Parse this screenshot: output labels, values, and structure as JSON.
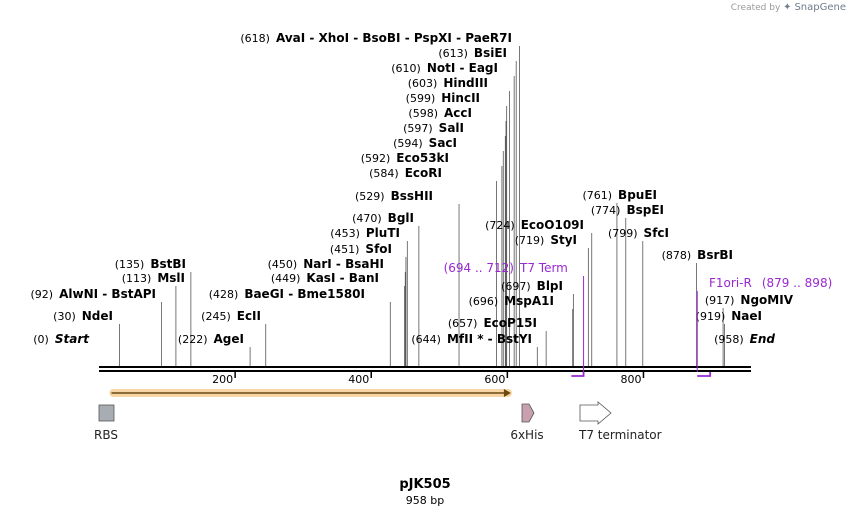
{
  "credit": {
    "prefix": "Created by",
    "brand": "SnapGene"
  },
  "plasmid": {
    "name": "pJK505",
    "length_label": "958 bp",
    "length": 958
  },
  "axis": {
    "ticks": [
      200,
      400,
      600,
      800
    ]
  },
  "sites": [
    {
      "pos": "(0)",
      "name": "Start",
      "bp": 0,
      "italic": true
    },
    {
      "pos": "(30)",
      "name": "NdeI",
      "bp": 30
    },
    {
      "pos": "(92)",
      "name": "AlwNI  - BstAPI",
      "bp": 92
    },
    {
      "pos": "(113)",
      "name": "MslI",
      "bp": 113
    },
    {
      "pos": "(135)",
      "name": "BstBI",
      "bp": 135
    },
    {
      "pos": "(222)",
      "name": "AgeI",
      "bp": 222
    },
    {
      "pos": "(245)",
      "name": "EcII",
      "bp": 245
    },
    {
      "pos": "(428)",
      "name": "BaeGI  - Bme1580I",
      "bp": 428
    },
    {
      "pos": "(449)",
      "name": "KasI  - BanI",
      "bp": 449
    },
    {
      "pos": "(450)",
      "name": "NarI  - BsaHI",
      "bp": 450
    },
    {
      "pos": "(451)",
      "name": "SfoI",
      "bp": 451
    },
    {
      "pos": "(453)",
      "name": "PluTI",
      "bp": 453
    },
    {
      "pos": "(470)",
      "name": "BglI",
      "bp": 470
    },
    {
      "pos": "(529)",
      "name": "BssHII",
      "bp": 529
    },
    {
      "pos": "(584)",
      "name": "EcoRI",
      "bp": 584
    },
    {
      "pos": "(592)",
      "name": "Eco53kI",
      "bp": 592
    },
    {
      "pos": "(594)",
      "name": "SacI",
      "bp": 594
    },
    {
      "pos": "(597)",
      "name": "SalI",
      "bp": 597
    },
    {
      "pos": "(598)",
      "name": "AccI",
      "bp": 598
    },
    {
      "pos": "(599)",
      "name": "HincII",
      "bp": 599
    },
    {
      "pos": "(603)",
      "name": "HindIII",
      "bp": 603
    },
    {
      "pos": "(610)",
      "name": "NotI  - EagI",
      "bp": 610
    },
    {
      "pos": "(613)",
      "name": "BsiEI",
      "bp": 613
    },
    {
      "pos": "(618)",
      "name": "AvaI  - XhoI  - BsoBI  - PspXI  - PaeR7I",
      "bp": 618
    },
    {
      "pos": "(644)",
      "name": "MfII *  - BstYI",
      "bp": 644
    },
    {
      "pos": "(657)",
      "name": "EcoP15I",
      "bp": 657
    },
    {
      "pos": "(696)",
      "name": "MspA1I",
      "bp": 696
    },
    {
      "pos": "(697)",
      "name": "BlpI",
      "bp": 697
    },
    {
      "pos": "(719)",
      "name": "StyI",
      "bp": 719
    },
    {
      "pos": "(724)",
      "name": "EcoO109I",
      "bp": 724
    },
    {
      "pos": "(761)",
      "name": "BpuEI",
      "bp": 761
    },
    {
      "pos": "(774)",
      "name": "BspEI",
      "bp": 774
    },
    {
      "pos": "(799)",
      "name": "SfcI",
      "bp": 799
    },
    {
      "pos": "(878)",
      "name": "BsrBI",
      "bp": 878
    },
    {
      "pos": "(917)",
      "name": "NgoMIV",
      "bp": 917
    },
    {
      "pos": "(919)",
      "name": "NaeI",
      "bp": 919
    },
    {
      "pos": "(958)",
      "name": "End",
      "bp": 958,
      "italic": true
    }
  ],
  "primers": [
    {
      "name": "T7 Term",
      "range": "(694 .. 712)",
      "start": 694,
      "end": 712
    },
    {
      "name": "F1ori-R",
      "range": "(879 .. 898)",
      "start": 879,
      "end": 898
    }
  ],
  "features": [
    {
      "name": "RBS",
      "type": "box",
      "color": "#a8adb3"
    },
    {
      "name": "6xHis",
      "type": "arrow",
      "color": "#c9a0b0"
    },
    {
      "name": "T7 terminator",
      "type": "arrow",
      "color": "#ffffff"
    }
  ],
  "orf": {
    "start": 30,
    "end": 592,
    "color": "#f2b25a"
  },
  "colors": {
    "primer": "#9a28d0",
    "backbone": "#000000"
  }
}
